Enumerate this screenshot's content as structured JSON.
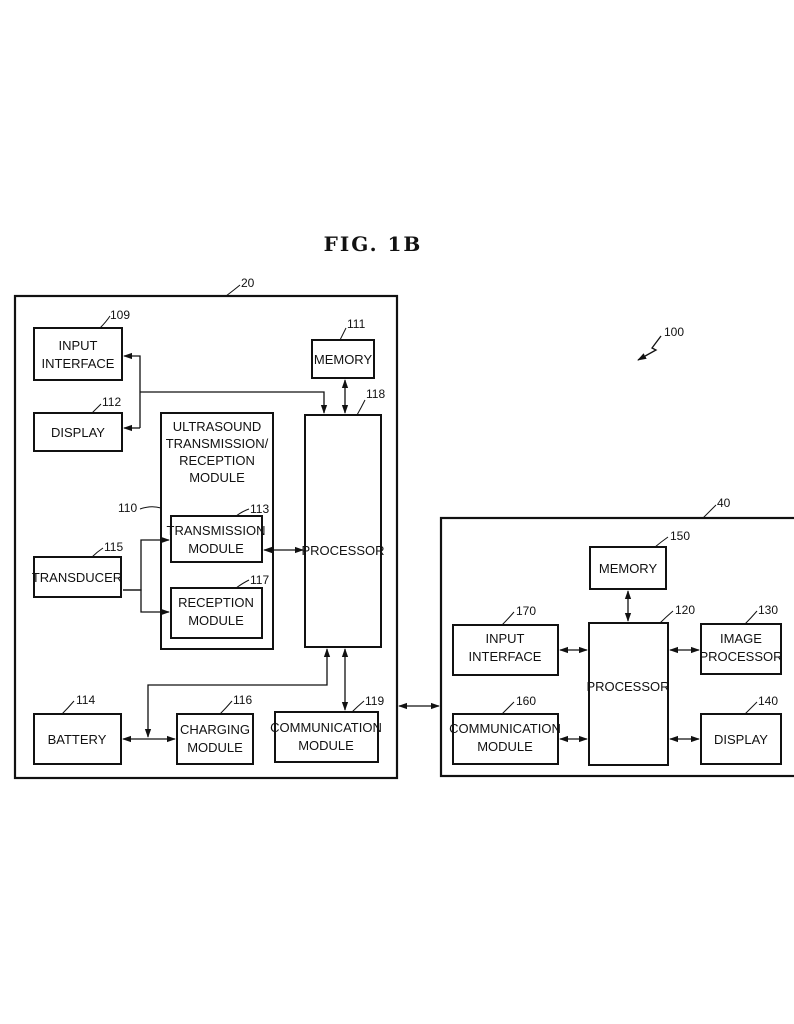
{
  "figure": {
    "title": "FIG. 1B",
    "ref": "100"
  },
  "device_20": {
    "ref": "20",
    "input_interface": {
      "ref": "109",
      "line1": "INPUT",
      "line2": "INTERFACE"
    },
    "display": {
      "ref": "112",
      "label": "DISPLAY"
    },
    "memory": {
      "ref": "111",
      "label": "MEMORY"
    },
    "processor": {
      "ref": "118",
      "label": "PROCESSOR"
    },
    "us_module": {
      "ref": "110",
      "line1": "ULTRASOUND",
      "line2": "TRANSMISSION/",
      "line3": "RECEPTION",
      "line4": "MODULE"
    },
    "transmission": {
      "ref": "113",
      "line1": "TRANSMISSION",
      "line2": "MODULE"
    },
    "reception": {
      "ref": "117",
      "line1": "RECEPTION",
      "line2": "MODULE"
    },
    "transducer": {
      "ref": "115",
      "label": "TRANSDUCER"
    },
    "battery": {
      "ref": "114",
      "label": "BATTERY"
    },
    "charging": {
      "ref": "116",
      "line1": "CHARGING",
      "line2": "MODULE"
    },
    "communication": {
      "ref": "119",
      "line1": "COMMUNICATION",
      "line2": "MODULE"
    }
  },
  "device_40": {
    "ref": "40",
    "memory": {
      "ref": "150",
      "label": "MEMORY"
    },
    "processor": {
      "ref": "120",
      "label": "PROCESSOR"
    },
    "input_interface": {
      "ref": "170",
      "line1": "INPUT",
      "line2": "INTERFACE"
    },
    "image_processor": {
      "ref": "130",
      "line1": "IMAGE",
      "line2": "PROCESSOR"
    },
    "communication": {
      "ref": "160",
      "line1": "COMMUNICATION",
      "line2": "MODULE"
    },
    "display": {
      "ref": "140",
      "label": "DISPLAY"
    }
  }
}
